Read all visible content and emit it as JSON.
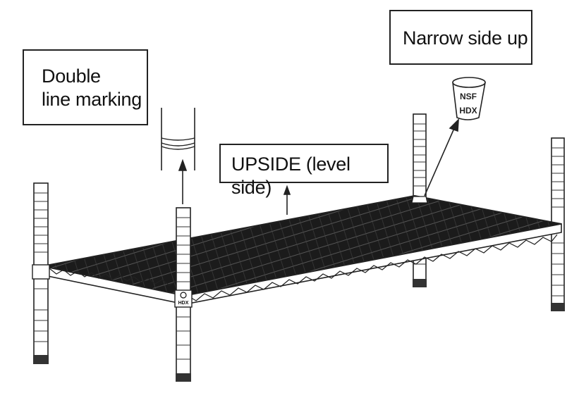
{
  "callouts": {
    "double_line": {
      "line1": "Double",
      "line2": "line marking"
    },
    "narrow_side": "Narrow side up",
    "upside": "UPSIDE (level side)"
  },
  "sleeve_cap": {
    "line1": "NSF",
    "line2": "HDX"
  },
  "post_brand": "HDX",
  "colors": {
    "ink": "#222222",
    "shelf_fill": "#1a1a1a",
    "background": "#ffffff"
  }
}
